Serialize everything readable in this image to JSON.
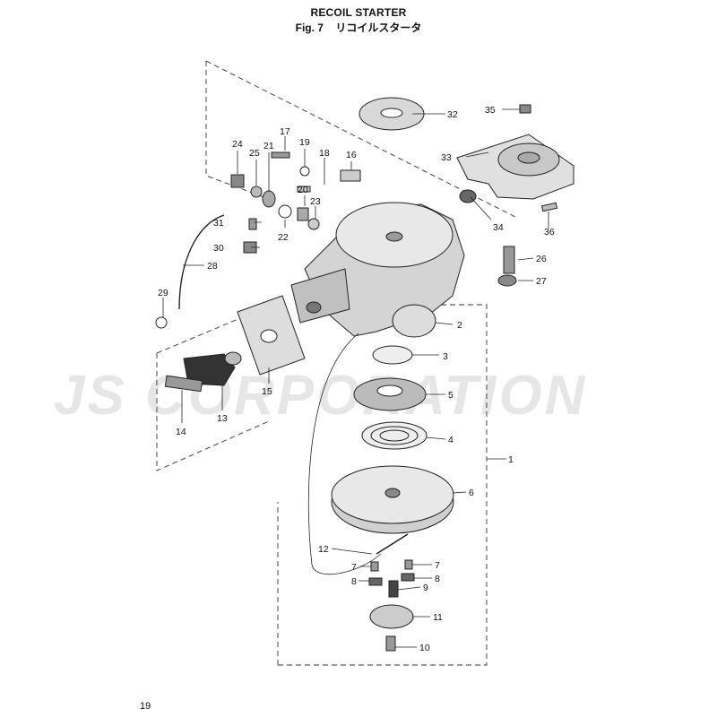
{
  "header": {
    "title": "RECOIL STARTER",
    "fig_label": "Fig. 7",
    "title_jp": "リコイルスタータ"
  },
  "page_number": "19",
  "watermark": "JS CORPORATION",
  "parts": [
    "1",
    "2",
    "3",
    "4",
    "5",
    "6",
    "7",
    "7",
    "8",
    "8",
    "9",
    "10",
    "11",
    "12",
    "13",
    "14",
    "15",
    "16",
    "17",
    "18",
    "19",
    "20",
    "21",
    "22",
    "23",
    "24",
    "25",
    "26",
    "27",
    "28",
    "29",
    "30",
    "31",
    "32",
    "33",
    "34",
    "35",
    "36"
  ]
}
